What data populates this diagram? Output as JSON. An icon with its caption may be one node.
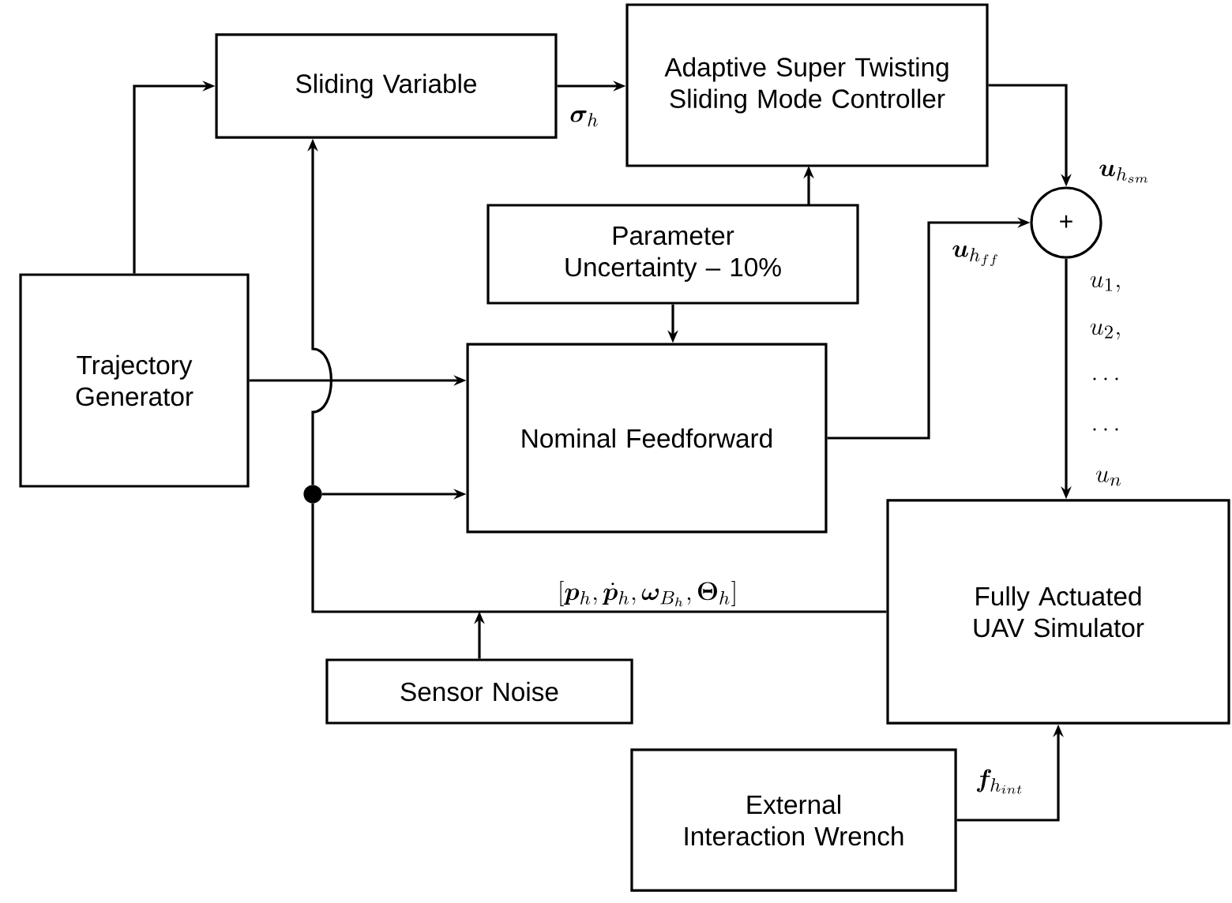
{
  "diagram": {
    "nodes": [
      {
        "text": [
          "Sliding Variable"
        ]
      },
      {
        "text": [
          "Adaptive Super Twisting Sliding Mode Controller"
        ]
      },
      {
        "text": [
          "Parameter Uncertainty – 10%"
        ]
      },
      {
        "text": [
          "Trajectory Generator"
        ]
      },
      {
        "text": [
          "Nominal Feedforward"
        ]
      },
      {
        "text": [
          "+"
        ]
      },
      {
        "text": [],
        "shape": "circle"
      },
      {
        "text": [
          "Fully Actuated UAV Simulator"
        ]
      },
      {
        "text": [
          "Sensor Noise"
        ]
      },
      {
        "text": [
          "External Interaction Wrench"
        ]
      }
    ],
    "edges": [
      {
        "from": 3,
        "to": 0,
        "arrow": "to"
      },
      {
        "from": 0,
        "to": 1,
        "arrow": "to",
        "label": "\\bm{\\sigma}_h"
      },
      {
        "from": 2,
        "to": 1,
        "arrow": "to"
      },
      {
        "from": 2,
        "to": 4,
        "arrow": "to"
      },
      {
        "from": 3,
        "to": 4,
        "arrow": "to"
      },
      {
        "from": 1,
        "to": 5,
        "arrow": "to",
        "label": "\\bm{u}_{h_{sm}}"
      },
      {
        "from": 4,
        "to": 5,
        "arrow": "to",
        "label": "\\bm{u}_{h_{ff}}"
      },
      {
        "from": 5,
        "to": 7,
        "arrow": "to"
      },
      {
        "from": 7,
        "to": 6,
        "arrow": "none",
        "label": "[\\bm{p}_h, \\dot{\\bm{p}}_h, \\bm{\\omega}_{B_h}, \\bm{\\Theta}_h]"
      },
      {
        "from": 6,
        "to": 4,
        "arrow": "to"
      },
      {
        "from": 6,
        "to": 0,
        "arrow": "to"
      },
      {
        "from": 8,
        "to": null,
        "arrow": "to"
      },
      {
        "from": 9,
        "to": 7,
        "arrow": "to",
        "label": "\\bm{f}_{h_{int}}"
      }
    ],
    "labels": [
      "u_1,",
      "u_2,",
      "\\ldots",
      "\\ldots",
      "u_n"
    ]
  }
}
